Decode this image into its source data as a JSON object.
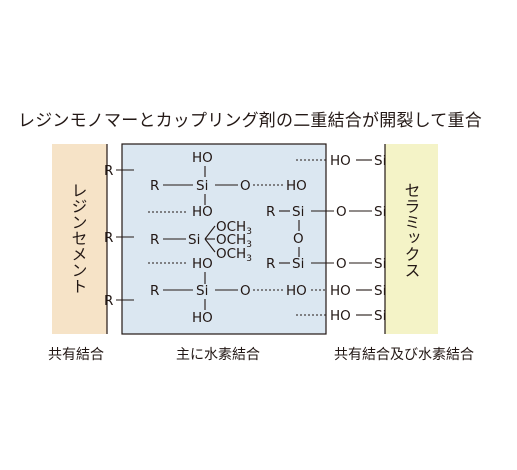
{
  "title": "レジンモノマーとカップリング剤の二重結合が開裂して重合",
  "left_panel_label": "レジンセメント",
  "right_panel_label": "セラミックス",
  "captions": {
    "left": "共有結合",
    "center": "主に水素結合",
    "right": "共有結合及び水素結合"
  },
  "atoms": {
    "R": "R",
    "Si": "Si",
    "O": "O",
    "HO": "HO",
    "OCH3": "OCH",
    "sub3": "3"
  },
  "colors": {
    "resin_panel": "#f6e3c7",
    "center_box": "#dbe7f1",
    "ceramic_panel": "#f4f3c7",
    "line": "#231815"
  }
}
